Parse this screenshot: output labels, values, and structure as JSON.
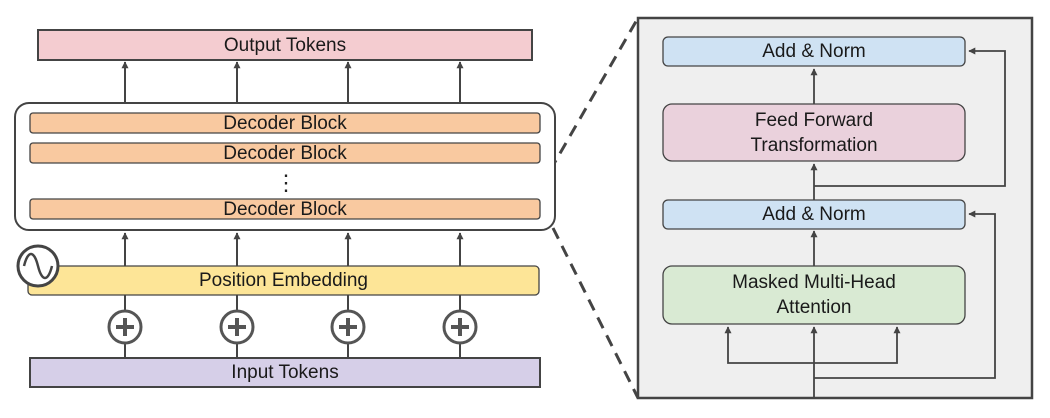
{
  "left": {
    "output_tokens": "Output Tokens",
    "decoder_blocks": [
      "Decoder Block",
      "Decoder Block",
      "Decoder Block"
    ],
    "ellipsis": "⋮",
    "position_embedding": "Position Embedding",
    "input_tokens": "Input Tokens",
    "sine_icon": "sine-wave-icon",
    "plus_icon": "plus-circle-icon"
  },
  "right": {
    "add_norm_top": "Add & Norm",
    "feed_forward": "Feed Forward Transformation",
    "add_norm_bottom": "Add & Norm",
    "attention": "Masked Multi-Head Attention"
  },
  "colors": {
    "output": "#f4ccd0",
    "decoder": "#f9c9a0",
    "position": "#fde597",
    "input": "#d6cfe8",
    "add_norm": "#cfe2f3",
    "feed_forward": "#ead1dc",
    "attention": "#d9ead3",
    "panel": "#efefef",
    "stroke": "#444444"
  }
}
